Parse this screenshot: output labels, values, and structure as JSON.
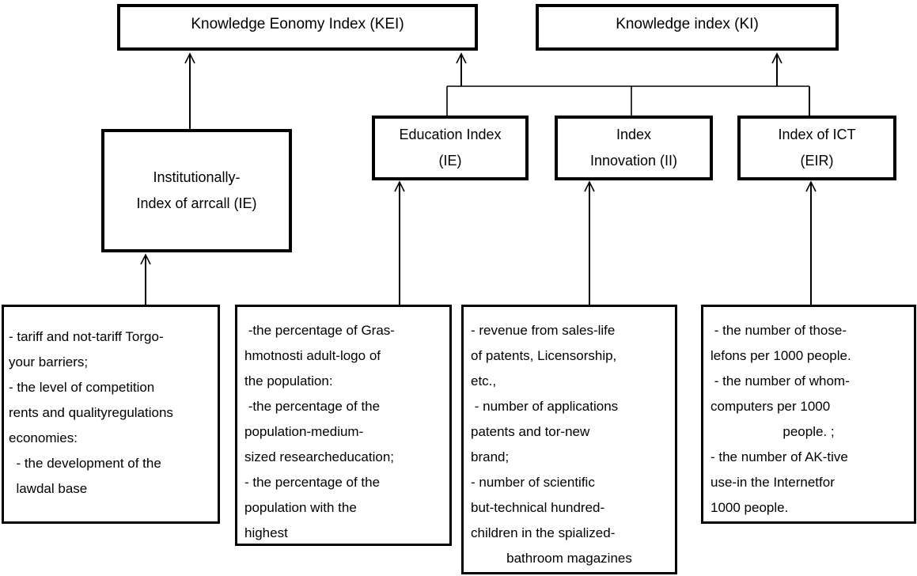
{
  "colors": {
    "line": "#000000",
    "background": "#ffffff",
    "box_border": "#000000"
  },
  "diagram": {
    "top_boxes": [
      {
        "label": "Knowledge Eonomy Index (KEI)"
      },
      {
        "label": "Knowledge index (KI)"
      }
    ],
    "mid_boxes": [
      {
        "line1": "Institutionally-",
        "line2": "Index of arrcall (IE)"
      },
      {
        "line1": "Education Index",
        "line2": "(IE)"
      },
      {
        "line1": "Index",
        "line2": "Innovation (II)"
      },
      {
        "line1": "Index of ICT",
        "line2": "(EIR)"
      }
    ],
    "detail_boxes": [
      {
        "lines": [
          "- tariff and not-tariff Torgo-",
          "your barriers;",
          "- the level of competition",
          "rents and qualityregulations",
          "economies:",
          "  - the development of the",
          "  lawdal base"
        ]
      },
      {
        "lines": [
          " -the percentage of Gras-",
          "hmotnosti adult-logo of",
          "the population:",
          " -the percentage of the",
          "population-medium-",
          "sized researcheducation;",
          "- the percentage of the",
          "population with the",
          "highest"
        ]
      },
      {
        "lines": [
          "- revenue from sales-life",
          "of patents, Licensorship,",
          "etc.,",
          " - number of applications",
          "patents and tor-new",
          "brand;",
          "- number of scientific",
          "but-technical hundred-",
          "children in the spialized-",
          {
            "text": "bathroom magazines",
            "align": "center"
          }
        ]
      },
      {
        "lines": [
          " - the number of those-",
          "lefons per 1000 people.",
          " - the number of whom-",
          "computers per 1000",
          {
            "text": "people. ;",
            "align": "center"
          },
          "- the number of AK-tive",
          "use-in the Internetfor",
          "1000 people."
        ]
      }
    ]
  }
}
